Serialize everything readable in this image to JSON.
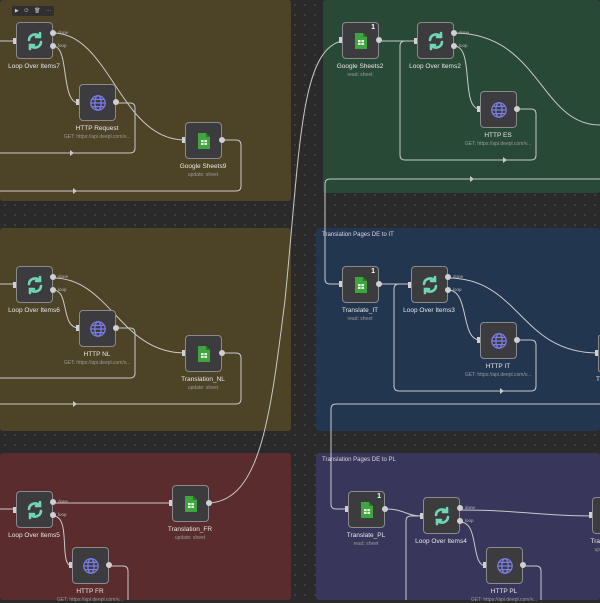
{
  "colors": {
    "yellow": "#4d4327",
    "green": "#284935",
    "blue": "#22364f",
    "red": "#5b2c2e",
    "purple": "#38365a",
    "loop": "#6fd6b8",
    "http": "#7b7de8",
    "sheets": "#3fa53f"
  },
  "stickies": {
    "it_title": "Translation Pages DE to IT",
    "pl_title": "Translation Pages DE to PL"
  },
  "toolbar": {
    "play": "▶",
    "power": "⏻",
    "delete": "🗑",
    "more": "⋯"
  },
  "ports": {
    "done": "done",
    "loop": "loop"
  },
  "nodes": {
    "loop7": {
      "label": "Loop Over Items7"
    },
    "http_request": {
      "label": "HTTP Request",
      "sub": "GET: https://api.deepl.com/v..."
    },
    "gs9": {
      "label": "Google Sheets9",
      "sub": "update: sheet"
    },
    "gs2": {
      "label": "Google Sheets2",
      "sub": "read: sheet",
      "badge": "1"
    },
    "loop2": {
      "label": "Loop Over Items2"
    },
    "http_es": {
      "label": "HTTP ES",
      "sub": "GET: https://api.deepl.com/v..."
    },
    "loop6": {
      "label": "Loop Over Items6"
    },
    "http_nl": {
      "label": "HTTP NL",
      "sub": "GET: https://api.deepl.com/v..."
    },
    "translation_nl": {
      "label": "Translation_NL",
      "sub": "update: sheet"
    },
    "translate_it": {
      "label": "Translate_IT",
      "sub": "read: sheet",
      "badge": "1"
    },
    "loop3": {
      "label": "Loop Over Items3"
    },
    "http_it": {
      "label": "HTTP IT",
      "sub": "GET: https://api.deepl.com/v..."
    },
    "partial_it": {
      "label": "T"
    },
    "loop5": {
      "label": "Loop Over Items5"
    },
    "translation_fr": {
      "label": "Translation_FR",
      "sub": "update: sheet"
    },
    "http_fr": {
      "label": "HTTP FR",
      "sub": "GET: https://api.deepl.com/v..."
    },
    "translate_pl": {
      "label": "Translate_PL",
      "sub": "read: sheet",
      "badge": "1"
    },
    "loop4": {
      "label": "Loop Over Items4"
    },
    "http_pl": {
      "label": "HTTP PL",
      "sub": "GET: https://api.deepl.com/v..."
    },
    "partial_pl": {
      "label": "Tra",
      "sub": "up"
    }
  }
}
